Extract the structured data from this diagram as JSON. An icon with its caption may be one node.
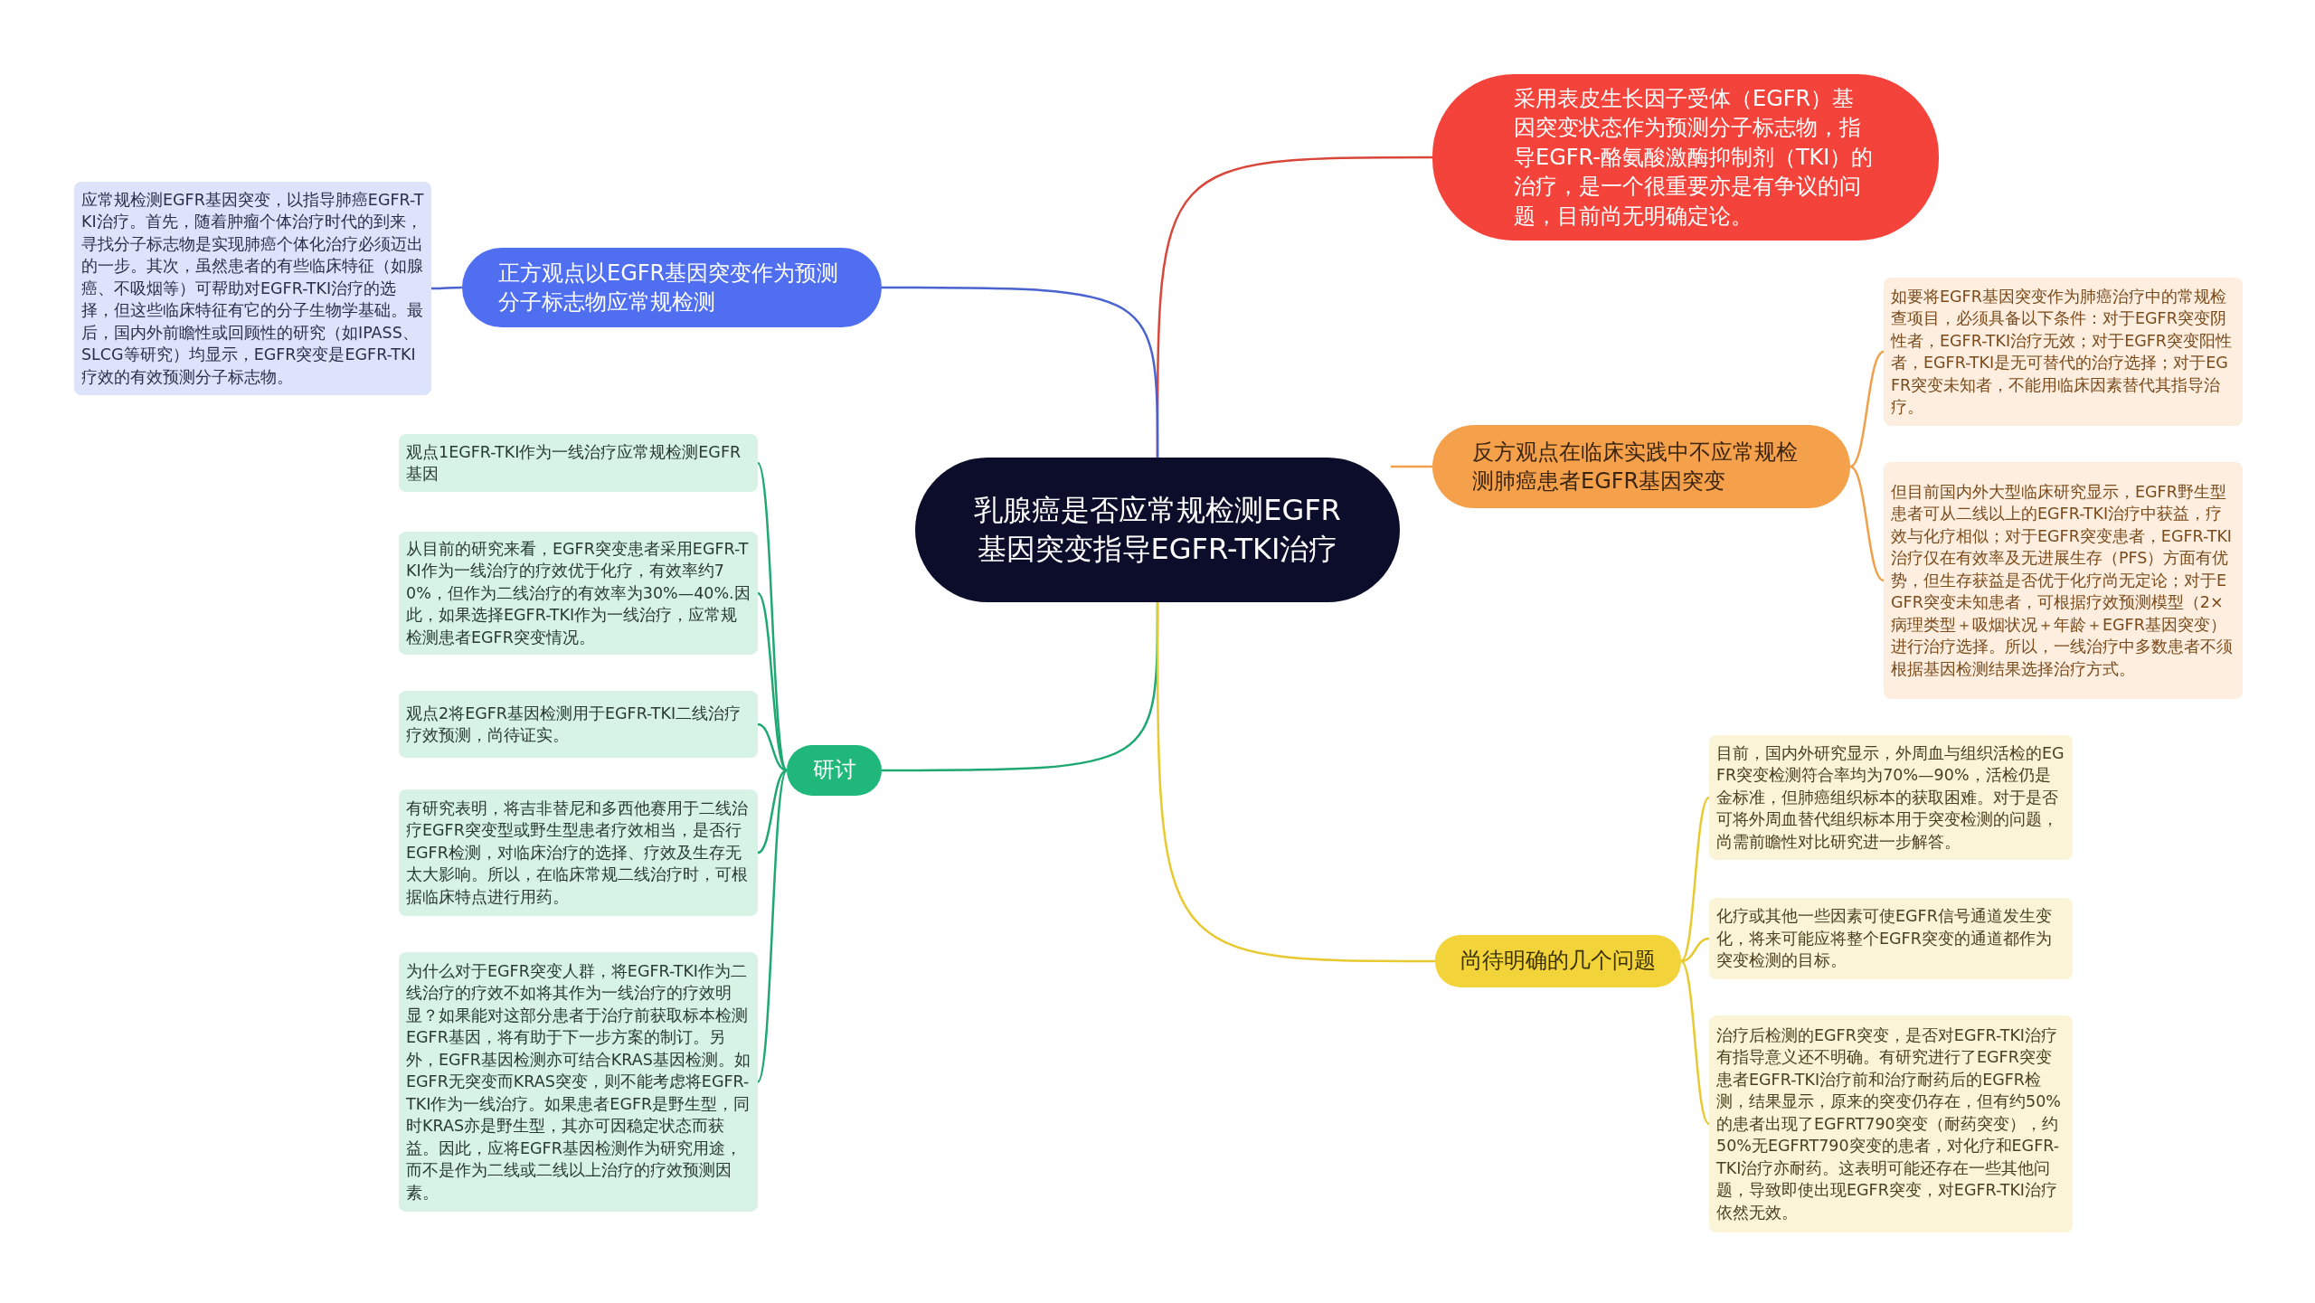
{
  "diagram": {
    "nodes": [
      {
        "text": [
          "乳腺癌是否应常规检测EGFR基因突变指导EGFR-TKI治疗"
        ]
      },
      {
        "text": [
          "采用表皮生长因子受体（EGFR）基因突变状态作为预测分子标志物，指导EGFR-酪氨酸激酶抑制剂（TKI）的治疗，是一个很重要亦是有争议的问题，目前尚无明确定论。"
        ]
      },
      {
        "text": [
          "正方观点以EGFR基因突变作为预测分子标志物应常规检测"
        ]
      },
      {
        "text": [
          "应常规检测EGFR基因突变，以指导肺癌EGFR-TKI治疗。首先，随着肿瘤个体治疗时代的到来，寻找分子标志物是实现肺癌个体化治疗必须迈出的一步。其次，虽然患者的有些临床特征（如腺癌、不吸烟等）可帮助对EGFR-TKI治疗的选择，但这些临床特征有它的分子生物学基础。最后，国内外前瞻性或回顾性的研究（如IPASS、SLCG等研究）均显示，EGFR突变是EGFR-TKI疗效的有效预测分子标志物。"
        ]
      },
      {
        "text": [
          "反方观点在临床实践中不应常规检测肺癌患者EGFR基因突变"
        ]
      },
      {
        "text": [
          "如要将EGFR基因突变作为肺癌治疗中的常规检查项目，必须具备以下条件：对于EGFR突变阴性者，EGFR-TKI治疗无效；对于EGFR突变阳性者，EGFR-TKI是无可替代的治疗选择；对于EGFR突变未知者，不能用临床因素替代其指导治疗。"
        ]
      },
      {
        "text": [
          "但目前国内外大型临床研究显示，EGFR野生型患者可从二线以上的EGFR-TKI治疗中获益，疗效与化疗相似；对于EGFR突变患者，EGFR-TKI治疗仅在有效率及无进展生存（PFS）方面有优势，但生存获益是否优于化疗尚无定论；对于EGFR突变未知患者，可根据疗效预测模型（2×病理类型＋吸烟状况＋年龄＋EGFR基因突变）进行治疗选择。所以，一线治疗中多数患者不须根据基因检测结果选择治疗方式。"
        ]
      },
      {
        "text": [
          "研讨"
        ]
      },
      {
        "text": [
          "观点1EGFR-TKI作为一线治疗应常规检测EGFR基因"
        ]
      },
      {
        "text": [
          "从目前的研究来看，EGFR突变患者采用EGFR-TKI作为一线治疗的疗效优于化疗，有效率约70%，但作为二线治疗的有效率为30%—40%.因此，如果选择EGFR-TKI作为一线治疗，应常规检测患者EGFR突变情况。"
        ]
      },
      {
        "text": [
          "观点2将EGFR基因检测用于EGFR-TKI二线治疗疗效预测，尚待证实。"
        ]
      },
      {
        "text": [
          "有研究表明，将吉非替尼和多西他赛用于二线治疗EGFR突变型或野生型患者疗效相当，是否行EGFR检测，对临床治疗的选择、疗效及生存无太大影响。所以，在临床常规二线治疗时，可根据临床特点进行用药。"
        ]
      },
      {
        "text": [
          "为什么对于EGFR突变人群，将EGFR-TKI作为二线治疗的疗效不如将其作为一线治疗的疗效明显？如果能对这部分患者于治疗前获取标本检测EGFR基因，将有助于下一步方案的制订。另外，EGFR基因检测亦可结合KRAS基因检测。如EGFR无突变而KRAS突变，则不能考虑将EGFR-TKI作为一线治疗。如果患者EGFR是野生型，同时KRAS亦是野生型，其亦可因稳定状态而获益。因此，应将EGFR基因检测作为研究用途，而不是作为二线或二线以上治疗的疗效预测因素。"
        ]
      },
      {
        "text": [
          "尚待明确的几个问题"
        ]
      },
      {
        "text": [
          "目前，国内外研究显示，外周血与组织活检的EGFR突变检测符合率均为70%—90%，活检仍是金标准，但肺癌组织标本的获取困难。对于是否可将外周血替代组织标本用于突变检测的问题，尚需前瞻性对比研究进一步解答。"
        ]
      },
      {
        "text": [
          "化疗或其他一些因素可使EGFR信号通道发生变化，将来可能应将整个EGFR突变的通道都作为突变检测的目标。"
        ]
      },
      {
        "text": [
          "治疗后检测的EGFR突变，是否对EGFR-TKI治疗有指导意义还不明确。有研究进行了EGFR突变患者EGFR-TKI治疗前和治疗耐药后的EGFR检测，结果显示，原来的突变仍存在，但有约50%的患者出现了EGFRT790突变（耐药突变），约50%无EGFRT790突变的患者，对化疗和EGFR-TKI治疗亦耐药。这表明可能还存在一些其他问题，导致即使出现EGFR突变，对EGFR-TKI治疗依然无效。"
        ]
      }
    ],
    "edges": [
      {
        "from": 0,
        "to": 1,
        "arrow": "none",
        "color": "#d9473b"
      },
      {
        "from": 0,
        "to": 2,
        "arrow": "none",
        "color": "#4a63d0"
      },
      {
        "from": 2,
        "to": 3,
        "arrow": "none",
        "color": "#4a63d0"
      },
      {
        "from": 0,
        "to": 4,
        "arrow": "none",
        "color": "#f0a04b"
      },
      {
        "from": 4,
        "to": 5,
        "arrow": "none",
        "color": "#f0a04b"
      },
      {
        "from": 4,
        "to": 6,
        "arrow": "none",
        "color": "#f0a04b"
      },
      {
        "from": 0,
        "to": 7,
        "arrow": "none",
        "color": "#1fa872"
      },
      {
        "from": 7,
        "to": 8,
        "arrow": "none",
        "color": "#1fa872"
      },
      {
        "from": 7,
        "to": 9,
        "arrow": "none",
        "color": "#1fa872"
      },
      {
        "from": 7,
        "to": 10,
        "arrow": "none",
        "color": "#1fa872"
      },
      {
        "from": 7,
        "to": 11,
        "arrow": "none",
        "color": "#1fa872"
      },
      {
        "from": 7,
        "to": 12,
        "arrow": "none",
        "color": "#1fa872"
      },
      {
        "from": 0,
        "to": 13,
        "arrow": "none",
        "color": "#e8c930"
      },
      {
        "from": 13,
        "to": 14,
        "arrow": "none",
        "color": "#e8c930"
      },
      {
        "from": 13,
        "to": 15,
        "arrow": "none",
        "color": "#e8c930"
      },
      {
        "from": 13,
        "to": 16,
        "arrow": "none",
        "color": "#e8c930"
      }
    ]
  }
}
